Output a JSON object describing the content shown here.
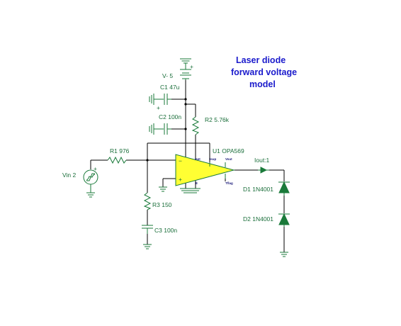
{
  "title": [
    "Laser diode",
    "forward voltage",
    "model"
  ],
  "components": {
    "v_supply": "V- 5",
    "c1": "C1 47u",
    "c2": "C2 100n",
    "r2": "R2 5.76k",
    "r1": "R1 976",
    "vin": "Vin 2",
    "u1": "U1 OPA569",
    "r3": "R3 150",
    "c3": "C3 100n",
    "iout": "Iout:1",
    "d1": "D1 1N4001",
    "d2": "D2 1N4001"
  },
  "opamp_pins": {
    "iset": "Iset",
    "isup": "Isup",
    "vout_flag": "Vout",
    "e": "E",
    "tflag": "Tflag"
  },
  "colors": {
    "wire": "#000000",
    "component": "#1a7a3a",
    "label": "#1a6e3a",
    "title": "#1a1acc",
    "opamp_fill": "#ffff33"
  }
}
